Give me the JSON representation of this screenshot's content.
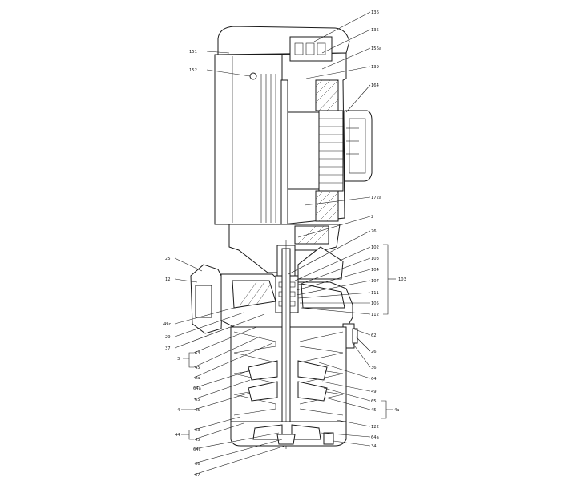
{
  "diagram": {
    "callouts_top_right": [
      "136",
      "135",
      "156a",
      "139",
      "164"
    ],
    "callouts_left_motor": [
      "151",
      "152"
    ],
    "callout_172a": "172a",
    "callouts_mid_right": [
      "2",
      "76",
      "102",
      "103",
      "104",
      "107",
      "111",
      "105",
      "112"
    ],
    "group_label_right": "103",
    "callouts_left_body": [
      "25",
      "12",
      "49c",
      "29",
      "37"
    ],
    "callouts_left_chambers": [
      "63",
      "3",
      "45",
      "2a",
      "64a",
      "65",
      "4",
      "45",
      "63",
      "44",
      "45",
      "64c",
      "66",
      "67"
    ],
    "callouts_right_lower": [
      "62",
      "26",
      "36",
      "64",
      "49",
      "65",
      "45",
      "122",
      "64a",
      "34"
    ],
    "group_label_right_lower": "4a"
  }
}
